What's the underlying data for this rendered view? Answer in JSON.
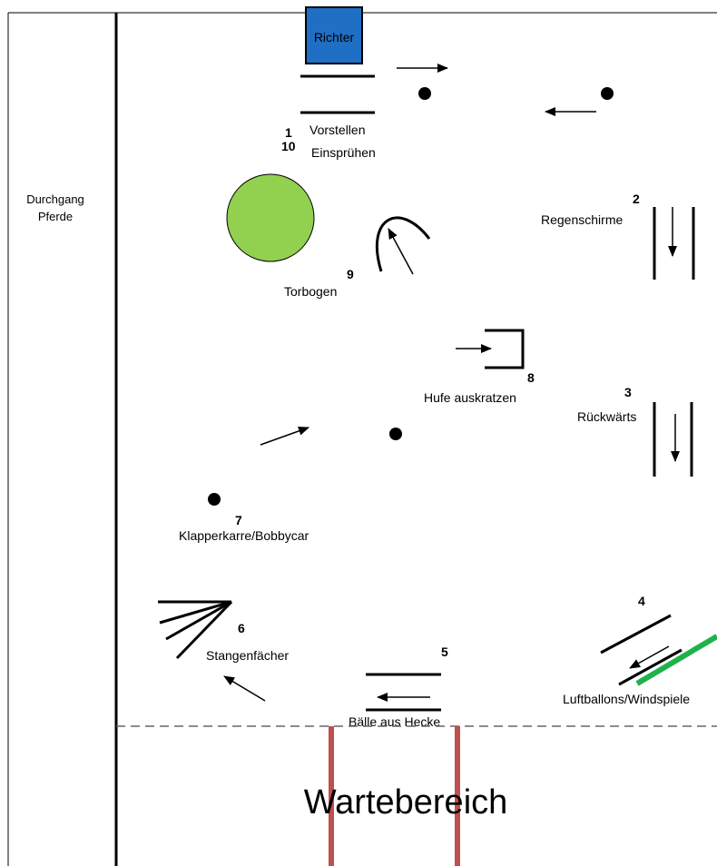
{
  "colors": {
    "richter_fill": "#1f6fc4",
    "green_circle": "#92d050",
    "green_bar": "#1fb24a",
    "red_posts": "#c0504d"
  },
  "labels": {
    "corridor_line1": "Durchgang",
    "corridor_line2": "Pferde",
    "richter": "Richter",
    "station_1_num": "1",
    "station_10_num": "10",
    "station_1_label": "Vorstellen",
    "station_10_label": "Einsprühen",
    "station_2_num": "2",
    "station_2_label": "Regenschirme",
    "station_3_num": "3",
    "station_3_label": "Rückwärts",
    "station_4_num": "4",
    "station_4_label": "Luftballons/Windspiele",
    "station_5_num": "5",
    "station_5_label": "Bälle aus Hecke",
    "station_6_num": "6",
    "station_6_label": "Stangenfächer",
    "station_7_num": "7",
    "station_7_label": "Klapperkarre/Bobbycar",
    "station_8_num": "8",
    "station_8_label": "Hufe auskratzen",
    "station_9_num": "9",
    "station_9_label": "Torbogen",
    "waiting_area": "Wartebereich"
  }
}
